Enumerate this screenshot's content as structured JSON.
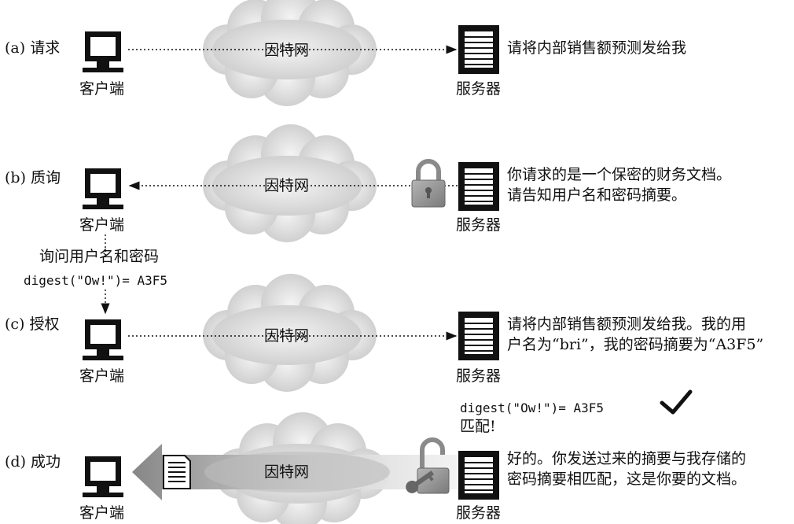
{
  "rows": [
    {
      "id": "a",
      "label": "(a) 请求",
      "client": "客户端",
      "network": "因特网",
      "server": "服务器",
      "message": [
        "请将内部销售额预测发给我"
      ]
    },
    {
      "id": "b",
      "label": "(b) 质询",
      "client": "客户端",
      "network": "因特网",
      "server": "服务器",
      "message": [
        "你请求的是一个保密的财务文档。",
        "请告知用户名和密码摘要。"
      ]
    },
    {
      "id": "c",
      "label": "(c) 授权",
      "client": "客户端",
      "network": "因特网",
      "server": "服务器",
      "message": [
        "请将内部销售额预测发给我。我的用",
        "户名为“bri”，我的密码摘要为“A3F5”"
      ]
    },
    {
      "id": "d",
      "label": "(d) 成功",
      "client": "客户端",
      "network": "因特网",
      "server": "服务器",
      "message": [
        "好的。你发送过来的摘要与我存储的",
        "密码摘要相匹配，这是你要的文档。"
      ]
    }
  ],
  "client_side": {
    "prompt": "询问用户名和密码",
    "digest": "digest(\"Ow!\")= A3F5"
  },
  "server_side": {
    "digest": "digest(\"Ow!\")= A3F5",
    "match": "匹配!"
  },
  "icons": {
    "client": "computer-monitor-icon",
    "server": "server-tower-icon",
    "lock_closed": "padlock-closed-icon",
    "lock_open": "padlock-open-icon",
    "key": "key-icon",
    "document": "document-icon",
    "check": "checkmark-icon"
  }
}
